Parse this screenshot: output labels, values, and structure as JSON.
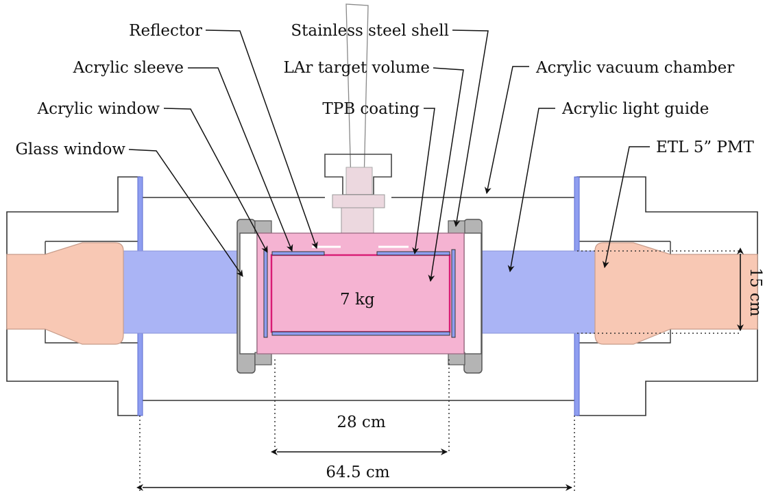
{
  "labels": {
    "reflector": "Reflector",
    "stainless_steel_shell": "Stainless steel shell",
    "acrylic_sleeve": "Acrylic sleeve",
    "lar_target_volume": "LAr target volume",
    "acrylic_vacuum_chamber": "Acrylic vacuum chamber",
    "acrylic_window": "Acrylic window",
    "tpb_coating": "TPB coating",
    "acrylic_light_guide": "Acrylic light guide",
    "glass_window": "Glass window",
    "etl_pmt": "ETL 5” PMT"
  },
  "annotations": {
    "mass": "7 kg",
    "inner_length": "28 cm",
    "total_length": "64.5 cm",
    "diameter": "15 cm"
  },
  "colors": {
    "lar_volume": "#f5b3d2",
    "reflector_edge": "#d81b74",
    "light_guide": "#aab4f5",
    "pmt": "#f8c8b4",
    "window_blue": "#8f9ef0",
    "flange_gray": "#b4b4b4",
    "neck_pink": "#ecd8df"
  }
}
